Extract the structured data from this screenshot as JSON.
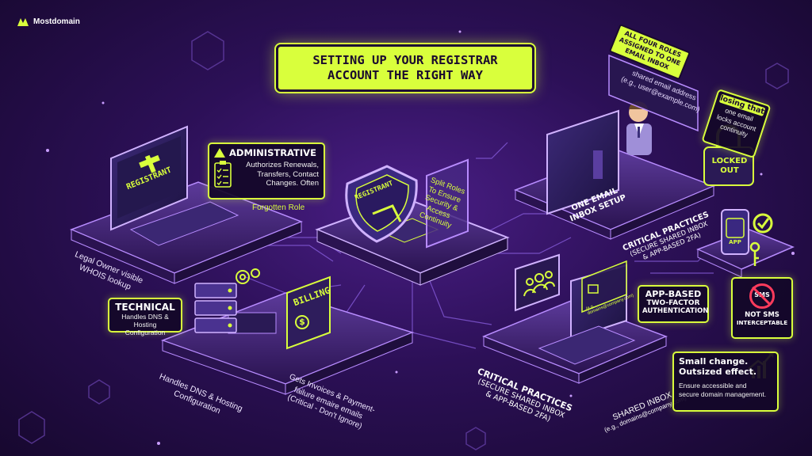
{
  "brand": {
    "name": "Mostdomain"
  },
  "title": {
    "line1": "SETTING UP YOUR REGISTRAR",
    "line2": "ACCOUNT THE RIGHT WAY"
  },
  "registrant": {
    "screen_label": "REGISTRANT",
    "caption_line1": "Legal Owner visible",
    "caption_line2": "WHOIS lookup"
  },
  "administrative": {
    "heading": "ADMINISTRATIVE",
    "body_line1": "Authorizes Renewals,",
    "body_line2": "Transfers, Contact",
    "body_line3": "Changes. Often",
    "footnote": "Forgotten Role"
  },
  "center": {
    "shield_label": "REGISTRANT",
    "split_line1": "Split Roles",
    "split_line2": "To Ensure",
    "split_line3": "Security &",
    "split_line4": "Access",
    "split_line5": "Continuity"
  },
  "technical": {
    "heading": "TECHNICAL",
    "body_line1": "Handles DNS &",
    "body_line2": "Hosting Configuration",
    "caption_line1": "Handles DNS & Hosting",
    "caption_line2": "Configuration"
  },
  "billing": {
    "heading": "BILLING",
    "caption_line1": "Gets Invoices & Payment-",
    "caption_line2": "failure emaire emails",
    "caption_line3": "(Critical - Don't Ignore)"
  },
  "one_email": {
    "caption_line1": "ONE EMAIL",
    "caption_line2": "INBOX SETUP",
    "roles_line1": "ALL FOUR ROLES",
    "roles_line2": "ASSIGNED TO ONE",
    "roles_line3": "EMAIL INBOX",
    "shared_line1": "shared email address",
    "shared_line2": "(e.g., user@example.com)",
    "losing_heading": "losing that",
    "losing_line1": "one email",
    "losing_line2": "locks account",
    "losing_line3": "continuity",
    "locked_line1": "LOCKED",
    "locked_line2": "OUT"
  },
  "critical_top": {
    "line1": "CRITICAL PRACTICES",
    "line2": "(SECURE SHARED INBOX",
    "line3": "& APP-BASED 2FA)"
  },
  "critical_bottom": {
    "line1": "CRITICAL PRACTICES",
    "line2": "(SECURE SHARED INBOX",
    "line3": "& APP-BASED 2FA)"
  },
  "shared_inbox": {
    "card_text": "(e.g., domains@company.com)",
    "caption_line1": "SHARED INBOX",
    "caption_line2": "(e.g., domains@company.com)"
  },
  "app_2fa": {
    "line1": "APP-BASED",
    "line2": "TWO-FACTOR",
    "line3": "AUTHENTICATION",
    "phone_label": "APP",
    "sms_label": "SMS",
    "not_sms_line1": "NOT SMS",
    "not_sms_line2": "INTERCEPTABLE"
  },
  "summary": {
    "headline1": "Small change.",
    "headline2": "Outsized effect.",
    "body1": "Ensure accessible and",
    "body2": "secure domain management."
  },
  "colors": {
    "accent": "#d9ff3c",
    "bg_dark": "#17082f",
    "bg_mid": "#4a1e86",
    "glow": "#b88cff"
  }
}
